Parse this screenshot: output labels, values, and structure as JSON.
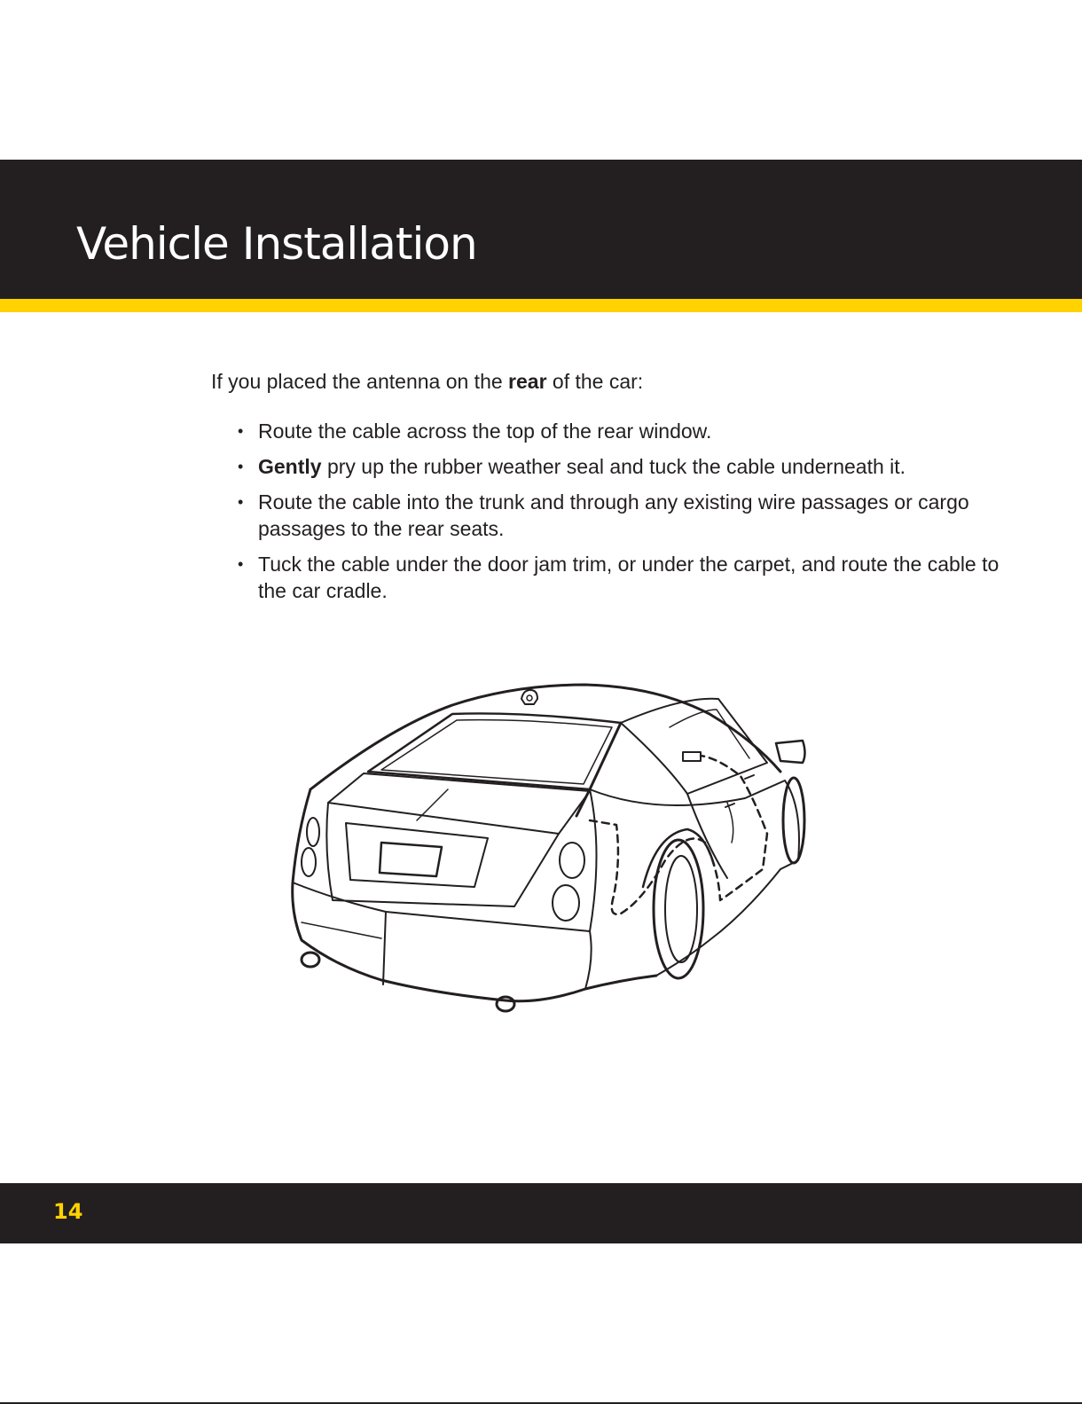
{
  "header": {
    "title": "Vehicle Installation"
  },
  "intro": {
    "prefix": "If you placed the antenna on the ",
    "emphasis": "rear",
    "suffix": " of the car:"
  },
  "bullets": [
    {
      "strong": "",
      "text": "Route the cable across the top of the rear window."
    },
    {
      "strong": "Gently",
      "text": " pry up the rubber weather seal and tuck the cable underneath it."
    },
    {
      "strong": "",
      "text": "Route the cable into the trunk and through any existing wire passages or cargo passages to the rear seats."
    },
    {
      "strong": "",
      "text": "Tuck the cable under the door jam trim, or under the carpet, and route the cable to the car cradle."
    }
  ],
  "bullet_glyph": "•",
  "illustration": {
    "icon": "car-rear-antenna-illustration",
    "line_color": "#231f20"
  },
  "footer": {
    "page_number": "14"
  },
  "colors": {
    "band": "#231f20",
    "accent": "#ffd200"
  }
}
